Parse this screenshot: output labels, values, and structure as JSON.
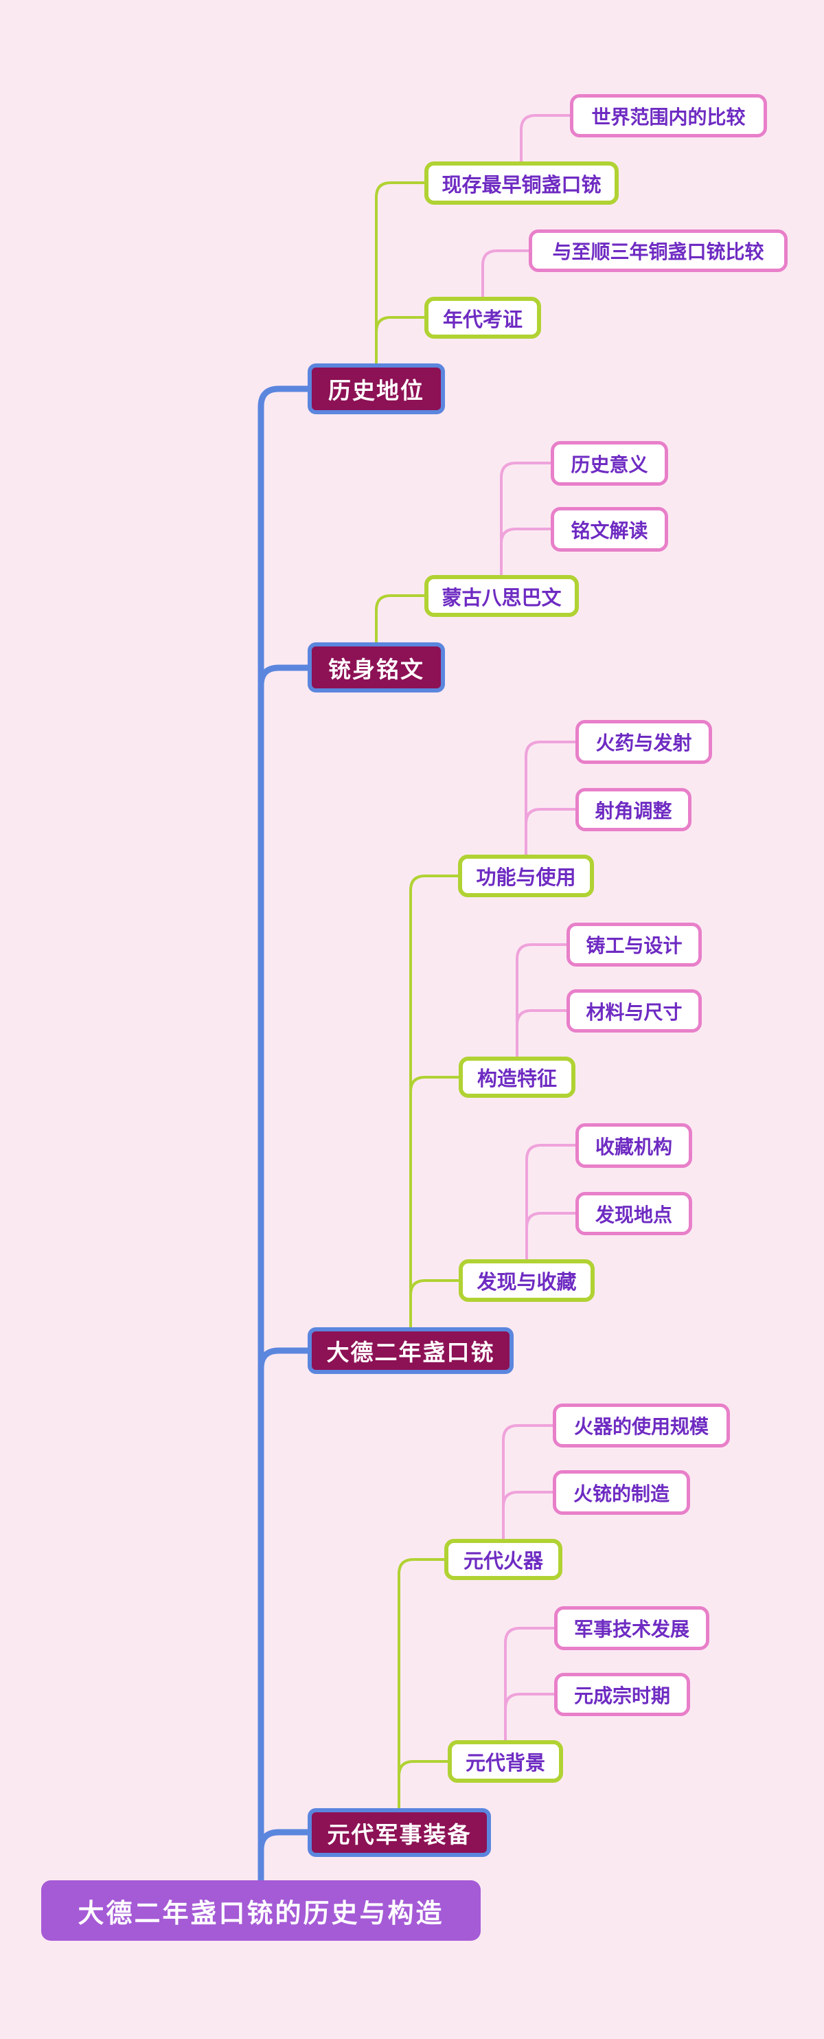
{
  "palette": {
    "background": "#fbe9f2",
    "trunk_blue": "#5b86de",
    "main_topic_fill": "#8d1155",
    "subtopic_border_green": "#b0d233",
    "leaf_border_pink": "#e87fc9",
    "pink_connector": "#efa3db",
    "text_purple": "#6e2bc2",
    "root_fill": "#a55ad6",
    "node_background": "#ffffff"
  },
  "mindmap": {
    "root": {
      "label": "大德二年盏口铳的历史与构造"
    },
    "topics": [
      {
        "label": "历史地位",
        "children": [
          {
            "label": "现存最早铜盏口铳",
            "children": [
              {
                "label": "世界范围内的比较"
              }
            ]
          },
          {
            "label": "年代考证",
            "children": [
              {
                "label": "与至顺三年铜盏口铳比较"
              }
            ]
          }
        ]
      },
      {
        "label": "铳身铭文",
        "children": [
          {
            "label": "蒙古八思巴文",
            "children": [
              {
                "label": "历史意义"
              },
              {
                "label": "铭文解读"
              }
            ]
          }
        ]
      },
      {
        "label": "大德二年盏口铳",
        "children": [
          {
            "label": "功能与使用",
            "children": [
              {
                "label": "火药与发射"
              },
              {
                "label": "射角调整"
              }
            ]
          },
          {
            "label": "构造特征",
            "children": [
              {
                "label": "铸工与设计"
              },
              {
                "label": "材料与尺寸"
              }
            ]
          },
          {
            "label": "发现与收藏",
            "children": [
              {
                "label": "收藏机构"
              },
              {
                "label": "发现地点"
              }
            ]
          }
        ]
      },
      {
        "label": "元代军事装备",
        "children": [
          {
            "label": "元代火器",
            "children": [
              {
                "label": "火器的使用规模"
              },
              {
                "label": "火铳的制造"
              }
            ]
          },
          {
            "label": "元代背景",
            "children": [
              {
                "label": "军事技术发展"
              },
              {
                "label": "元成宗时期"
              }
            ]
          }
        ]
      }
    ]
  }
}
